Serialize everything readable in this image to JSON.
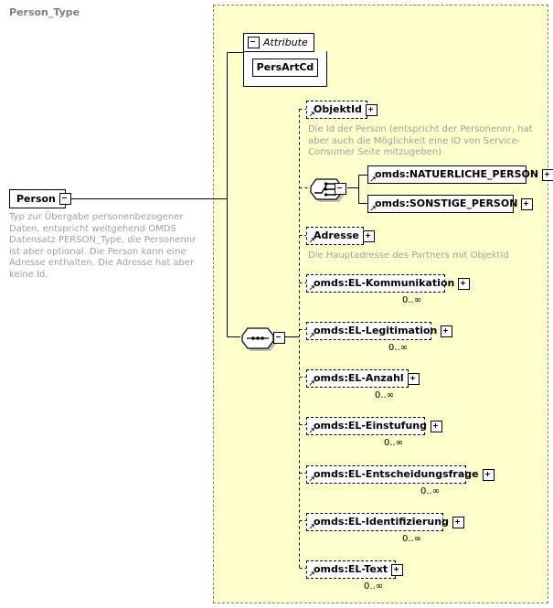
{
  "diagram": {
    "type": "xsd-schema-diagram",
    "root": {
      "name": "Person",
      "expander": "minus",
      "documentation": "Typ zur Übergabe personenbezogener Daten, entspricht weitgehend OMDS Datensatz PERSON_Type, die Personennr ist aber optional. Die Person kann eine Adresse enthalten. Die Adresse hat aber keine Id."
    },
    "type_container": {
      "title": "Person_Type"
    },
    "attribute_group": {
      "label": "Attribute",
      "expander": "minus",
      "attributes": [
        {
          "name": "PersArtCd"
        }
      ]
    },
    "compositors": {
      "choice": {
        "kind": "choice-icon",
        "expander": "minus"
      },
      "sequence": {
        "kind": "sequence-icon",
        "expander": "minus"
      }
    },
    "elements": [
      {
        "name": "ObjektId",
        "expander": "plus",
        "optional": true,
        "repeat": false,
        "cardinality": "",
        "documentation": "Die Id der Person (entspricht der Personennr, hat aber auch die Möglichkeit eine ID von Service-Consumer Seite mitzugeben)"
      },
      {
        "name": "omds:NATUERLICHE_PERSON",
        "expander": "plus",
        "optional": false,
        "repeat": false,
        "cardinality": "",
        "documentation": ""
      },
      {
        "name": "omds:SONSTIGE_PERSON",
        "expander": "plus",
        "optional": false,
        "repeat": false,
        "cardinality": "",
        "documentation": ""
      },
      {
        "name": "Adresse",
        "expander": "plus",
        "optional": true,
        "repeat": false,
        "cardinality": "",
        "documentation": "Die Hauptadresse des Partners mit ObjektId"
      },
      {
        "name": "omds:EL-Kommunikation",
        "expander": "plus",
        "optional": true,
        "repeat": true,
        "cardinality": "0..∞",
        "documentation": ""
      },
      {
        "name": "omds:EL-Legitimation",
        "expander": "plus",
        "optional": true,
        "repeat": true,
        "cardinality": "0..∞",
        "documentation": ""
      },
      {
        "name": "omds:EL-Anzahl",
        "expander": "plus",
        "optional": true,
        "repeat": true,
        "cardinality": "0..∞",
        "documentation": ""
      },
      {
        "name": "omds:EL-Einstufung",
        "expander": "plus",
        "optional": true,
        "repeat": true,
        "cardinality": "0..∞",
        "documentation": ""
      },
      {
        "name": "omds:EL-Entscheidungsfrage",
        "expander": "plus",
        "optional": true,
        "repeat": true,
        "cardinality": "0..∞",
        "documentation": ""
      },
      {
        "name": "omds:EL-Identifizierung",
        "expander": "plus",
        "optional": true,
        "repeat": true,
        "cardinality": "0..∞",
        "documentation": ""
      },
      {
        "name": "omds:EL-Text",
        "expander": "plus",
        "optional": true,
        "repeat": true,
        "cardinality": "0..∞",
        "documentation": ""
      }
    ],
    "colors": {
      "container_bg": "#ffffcc",
      "container_border": "#808080",
      "node_bg": "#ffffff",
      "node_border": "#000000",
      "shadow": "#c0c0c0",
      "doc_text": "#a0a0a0",
      "title_text": "#808080"
    }
  }
}
